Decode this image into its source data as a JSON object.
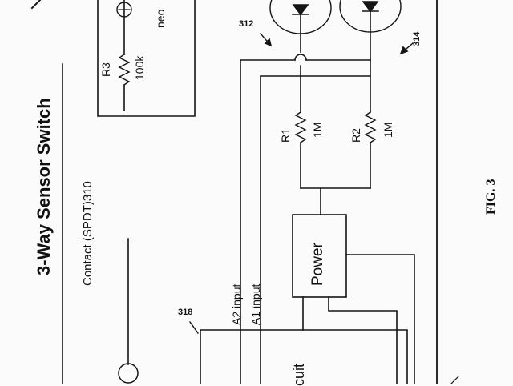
{
  "title": "3-Way Sensor Switch",
  "fig_label": "FIG. 3",
  "contact_label": "Contact (SPDT)",
  "contact_ref": "310",
  "r3": {
    "name": "R3",
    "value": "100k"
  },
  "r1": {
    "name": "R1",
    "value": "1M"
  },
  "r2": {
    "name": "R2",
    "value": "1M"
  },
  "power_label": "Power",
  "a2_label": "A2 input",
  "a1_label": "A1 input",
  "circuit_label": "cuit",
  "neon_label": "neo",
  "ref_312": "312",
  "ref_314": "314",
  "ref_318": "318"
}
